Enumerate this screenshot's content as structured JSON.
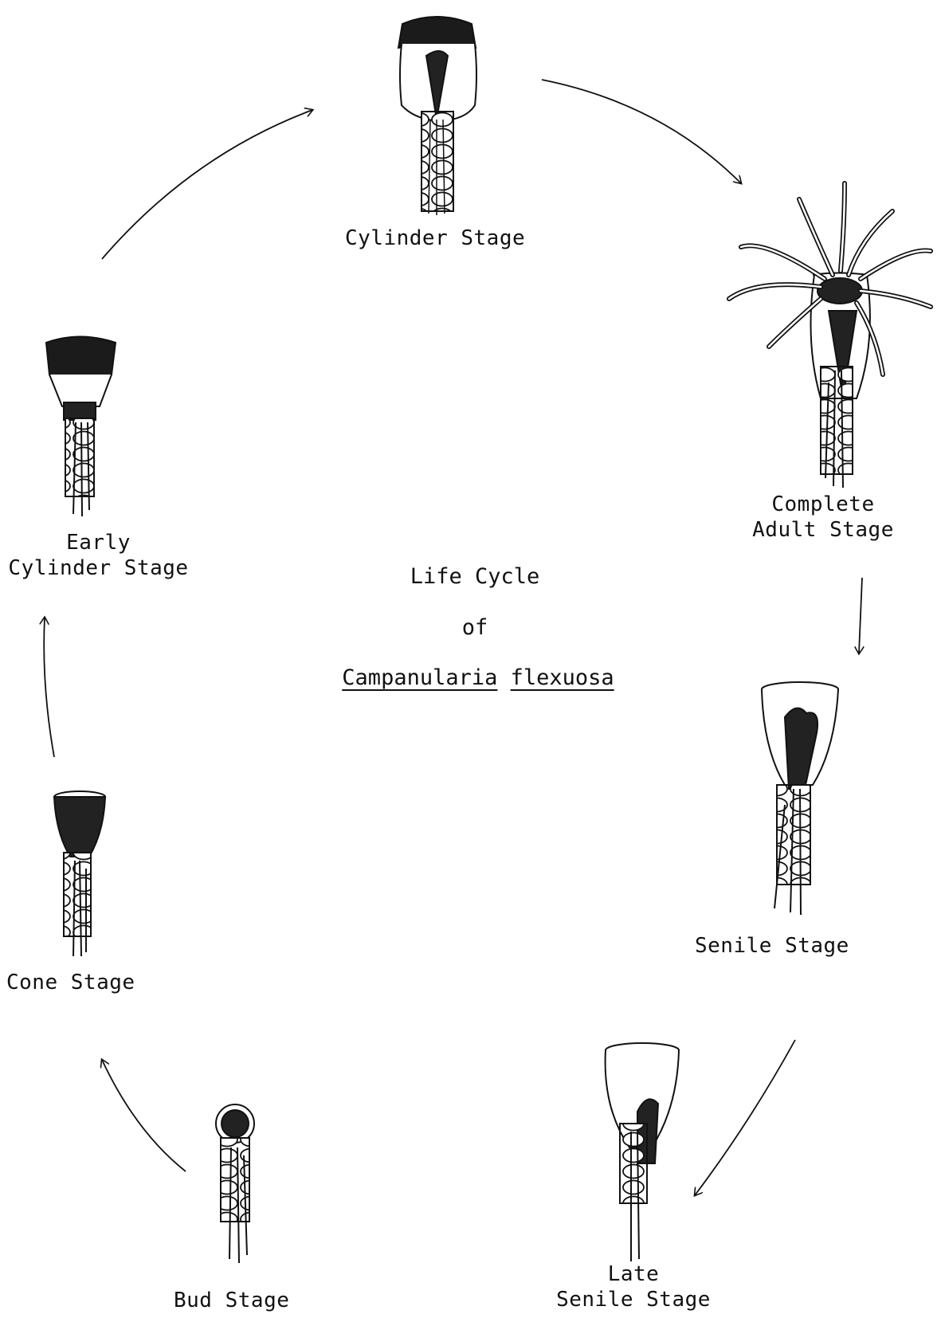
{
  "title": {
    "line1": "Life Cycle",
    "line2": "of",
    "genus": "Campanularia",
    "species": "flexuosa"
  },
  "stages": [
    {
      "id": "cylinder",
      "lines": [
        "Cylinder Stage"
      ]
    },
    {
      "id": "complete-adult",
      "lines": [
        "Complete",
        "Adult Stage"
      ]
    },
    {
      "id": "senile",
      "lines": [
        "Senile Stage"
      ]
    },
    {
      "id": "late-senile",
      "lines": [
        "Late",
        "Senile Stage"
      ]
    },
    {
      "id": "bud",
      "lines": [
        "Bud Stage"
      ]
    },
    {
      "id": "cone",
      "lines": [
        "Cone Stage"
      ]
    },
    {
      "id": "early-cylinder",
      "lines": [
        "Early",
        "Cylinder Stage"
      ]
    }
  ],
  "colors": {
    "ink": "#111111",
    "paper": "#ffffff"
  }
}
